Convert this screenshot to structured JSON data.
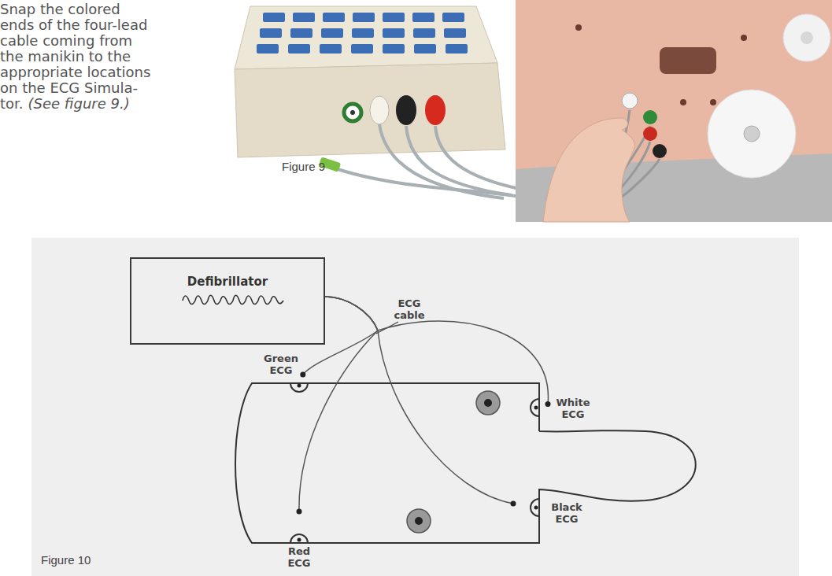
{
  "diagram": {
    "nodes": [
      {
        "text": [
          "Defibrillator"
        ]
      },
      {
        "text": [
          "Green ECG"
        ]
      },
      {
        "text": [
          "White ECG"
        ]
      },
      {
        "text": [
          "Black ECG"
        ]
      },
      {
        "text": [
          "Red ECG"
        ]
      }
    ],
    "edges": [
      {
        "from": 0,
        "to": 1,
        "arrow": "none"
      },
      {
        "from": 0,
        "to": 2,
        "arrow": "none"
      },
      {
        "from": 0,
        "to": 3,
        "arrow": "none"
      },
      {
        "from": 0,
        "to": 4,
        "arrow": "none"
      }
    ],
    "labels": [
      "Snap the colored ends of the four-lead cable coming from the manikin to the appropriate locations on the ECG Simula- tor.",
      "(See figure 9.)",
      "Figure 9",
      "ECG cable",
      "Figure 10"
    ]
  }
}
